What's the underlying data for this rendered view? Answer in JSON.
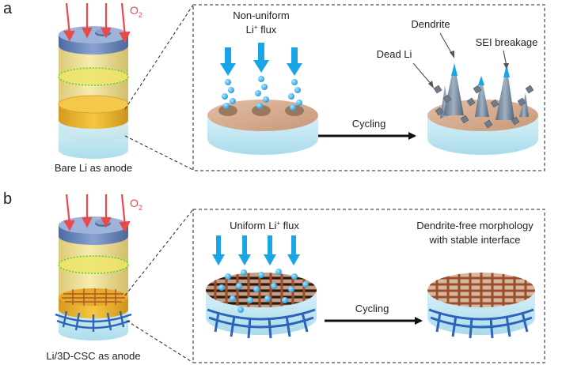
{
  "panels": {
    "a": {
      "letter": "a",
      "gas": "O",
      "gas_sub": "2",
      "caption": "Bare Li as anode",
      "flux_line1": "Non-uniform",
      "flux_line2_pre": "Li",
      "flux_line2_sup": "+",
      "flux_line2_post": " flux",
      "arrow": "Cycling",
      "dendrite": "Dendrite",
      "dead_li": "Dead Li",
      "sei": "SEI breakage"
    },
    "b": {
      "letter": "b",
      "gas": "O",
      "gas_sub": "2",
      "caption": "Li/3D-CSC as anode",
      "flux_pre": "Uniform Li",
      "flux_sup": "+",
      "flux_post": " flux",
      "arrow": "Cycling",
      "result_line1": "Dendrite-free morphology",
      "result_line2": "with stable interface"
    }
  },
  "colors": {
    "o2_arrow": "#e84a4a",
    "li_flux_arrow": "#1aa6e6",
    "li_ion": "#3ab4ea",
    "lithium_top": "#d4a98e",
    "electrolyte_blue": "#bfe6f2",
    "separator_green": "#7bd13a",
    "cell_cap": "#5f7fb8",
    "dendrite": "#6c7f93",
    "carbon_mesh": "#8a4a2a",
    "current_collector": "#2d63b8"
  }
}
